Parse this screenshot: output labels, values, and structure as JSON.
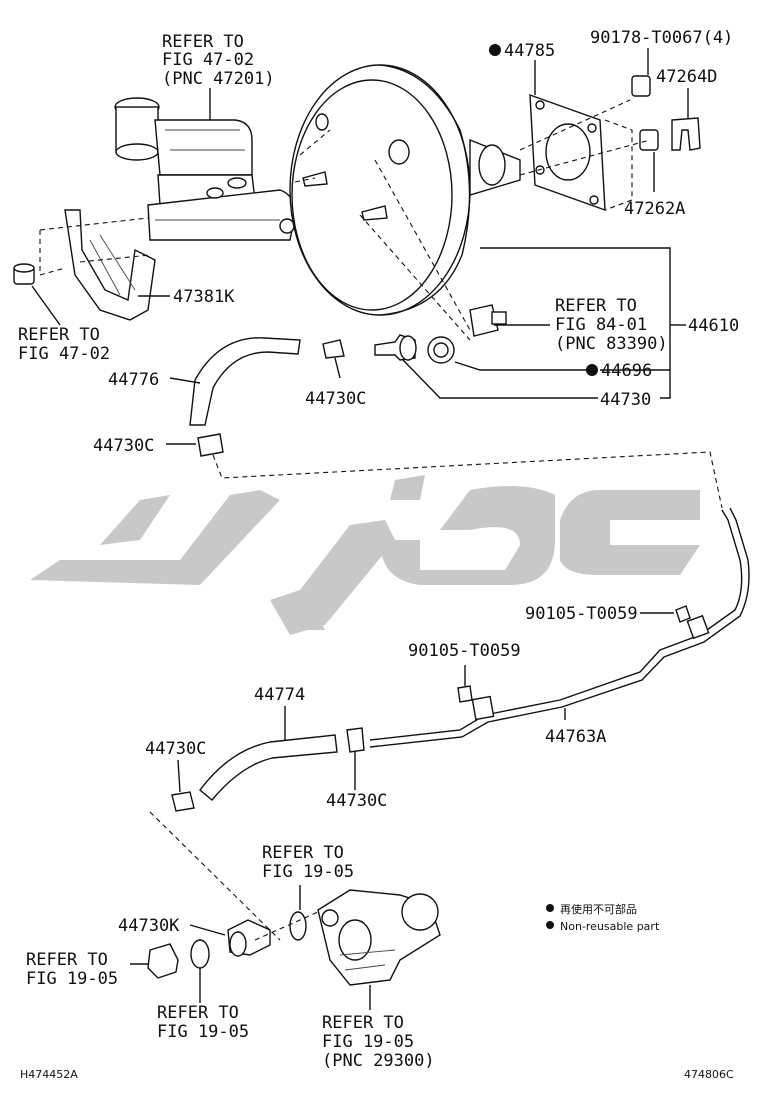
{
  "labels": {
    "refer_fig_47_02_pnc": [
      "REFER TO",
      "FIG 47-02",
      "(PNC 47201)"
    ],
    "refer_fig_47_02": [
      "REFER TO",
      "FIG 47-02"
    ],
    "p44785": "44785",
    "p90178": "90178-T0067(4)",
    "p47264d": "47264D",
    "p47262a": "47262A",
    "p47381k": "47381K",
    "refer_fig_84_01": [
      "REFER TO",
      "FIG 84-01",
      "(PNC 83390)"
    ],
    "p44610": "44610",
    "p44776": "44776",
    "p44730c_top": "44730C",
    "p44696": "44696",
    "p44730": "44730",
    "p44730c_left": "44730C",
    "p90105_right": "90105-T0059",
    "p90105_mid": "90105-T0059",
    "p44774": "44774",
    "p44763a": "44763A",
    "p44730c_lower_left": "44730C",
    "p44730c_lower_mid": "44730C",
    "refer_fig_19_05_pump_top": [
      "REFER TO",
      "FIG 19-05"
    ],
    "p44730k": "44730K",
    "refer_fig_19_05_left": [
      "REFER TO",
      "FIG 19-05"
    ],
    "refer_fig_19_05_mid": [
      "REFER TO",
      "FIG 19-05"
    ],
    "refer_fig_19_05_pnc": [
      "REFER TO",
      "FIG 19-05",
      "(PNC 29300)"
    ],
    "legend_cn": "再使用不可部品",
    "legend_en": "Non-reusable part",
    "code_left": "H474452A",
    "code_right": "474806C"
  },
  "colors": {
    "line": "#111111",
    "watermark": "#c8c8c8"
  }
}
